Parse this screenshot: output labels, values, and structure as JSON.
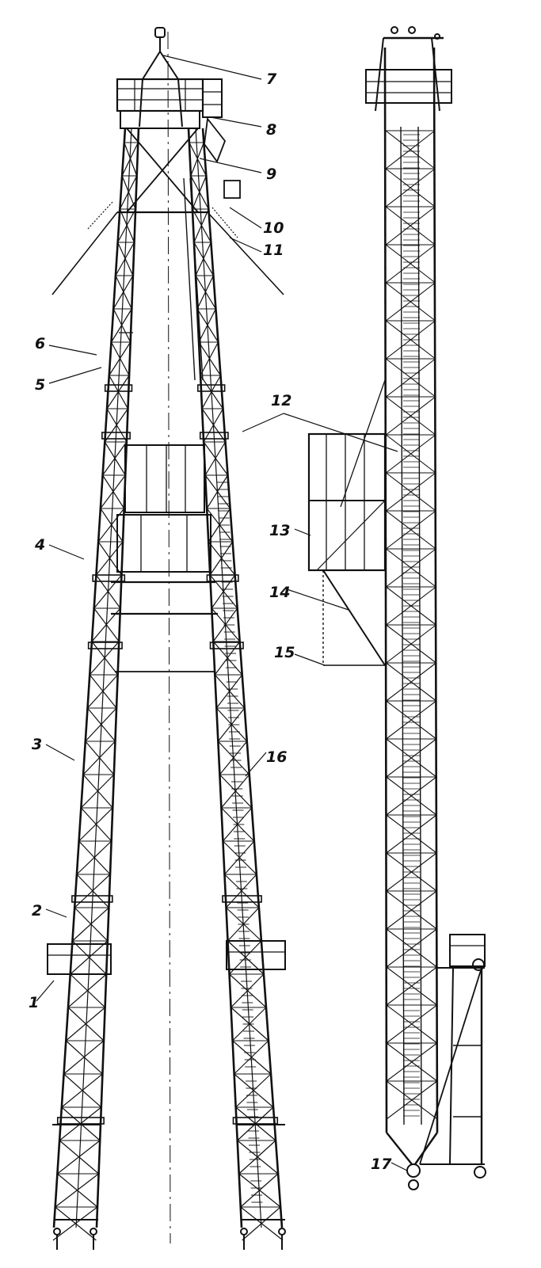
{
  "figure": {
    "views": [
      "front-view",
      "side-view"
    ],
    "callouts": [
      {
        "id": "c1",
        "label": "1"
      },
      {
        "id": "c2",
        "label": "2"
      },
      {
        "id": "c3",
        "label": "3"
      },
      {
        "id": "c4",
        "label": "4"
      },
      {
        "id": "c5",
        "label": "5"
      },
      {
        "id": "c6",
        "label": "6"
      },
      {
        "id": "c7",
        "label": "7"
      },
      {
        "id": "c8",
        "label": "8"
      },
      {
        "id": "c9",
        "label": "9"
      },
      {
        "id": "c10",
        "label": "10"
      },
      {
        "id": "c11",
        "label": "11"
      },
      {
        "id": "c12",
        "label": "12"
      },
      {
        "id": "c13",
        "label": "13"
      },
      {
        "id": "c14",
        "label": "14"
      },
      {
        "id": "c15",
        "label": "15"
      },
      {
        "id": "c16",
        "label": "16"
      },
      {
        "id": "c17",
        "label": "17"
      }
    ],
    "colors": {
      "ink": "#111111",
      "paper": "#ffffff"
    }
  }
}
